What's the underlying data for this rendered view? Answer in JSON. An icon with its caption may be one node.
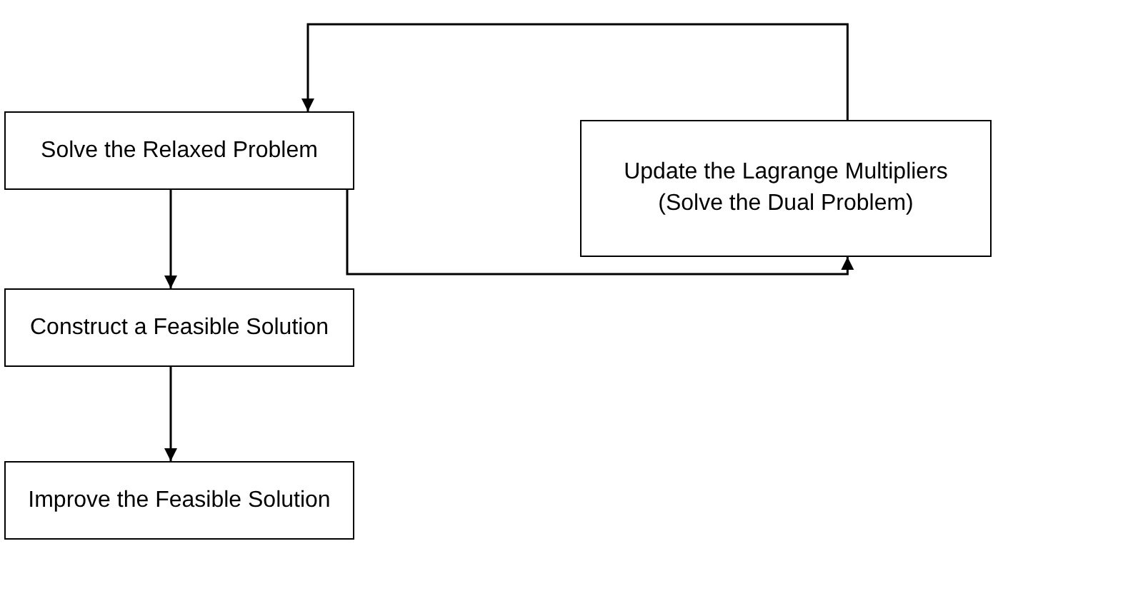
{
  "diagram": {
    "nodes": [
      {
        "text": [
          "Solve the Relaxed Problem"
        ]
      },
      {
        "text": [
          "Construct a Feasible Solution"
        ]
      },
      {
        "text": [
          "Improve the Feasible Solution"
        ]
      },
      {
        "text": [
          "Update the Lagrange Multipliers (Solve the Dual Problem)"
        ]
      }
    ],
    "edges": [
      {
        "from": 0,
        "to": 1,
        "arrow": "to"
      },
      {
        "from": 1,
        "to": 2,
        "arrow": "to"
      },
      {
        "from": 0,
        "to": 3,
        "arrow": "to"
      },
      {
        "from": 3,
        "to": 0,
        "arrow": "to"
      }
    ]
  }
}
